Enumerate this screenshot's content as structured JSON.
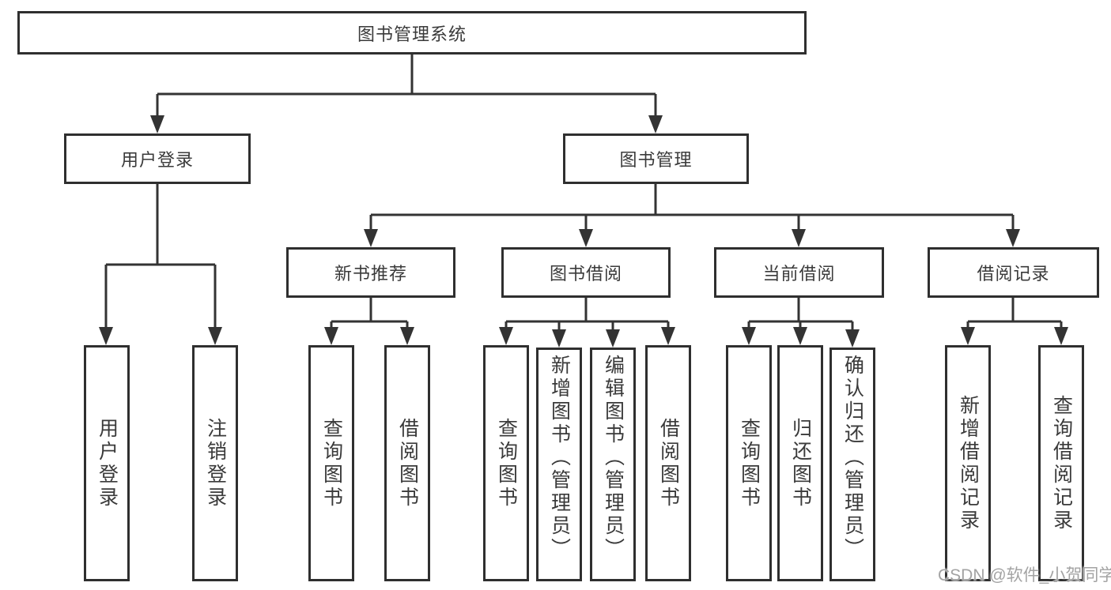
{
  "diagram": {
    "nodes": {
      "root": "图书管理系统",
      "user_login": "用户登录",
      "book_mgmt": "图书管理",
      "new_book_rec": "新书推荐",
      "book_borrow": "图书借阅",
      "current_borrow": "当前借阅",
      "borrow_records": "借阅记录",
      "leaf_user_login": "用户登录",
      "leaf_logout": "注销登录",
      "leaf_query_books_1": "查询图书",
      "leaf_borrow_books_1": "借阅图书",
      "leaf_query_books_2": "查询图书",
      "leaf_add_book_admin": "新增图书（管理员）",
      "leaf_edit_book_admin": "编辑图书（管理员）",
      "leaf_borrow_books_2": "借阅图书",
      "leaf_query_books_3": "查询图书",
      "leaf_return_book": "归还图书",
      "leaf_confirm_return_admin": "确认归还（管理员）",
      "leaf_add_borrow_record": "新增借阅记录",
      "leaf_query_borrow_record": "查询借阅记录"
    },
    "colors": {
      "line": "#333333",
      "border": "#2f2f2f",
      "text": "#3a3a3a",
      "box_background": "#ffffff",
      "page_background": "#ffffff",
      "watermark": "#a3a3a3"
    },
    "watermark": "CSDN @软件_小贺同学"
  }
}
